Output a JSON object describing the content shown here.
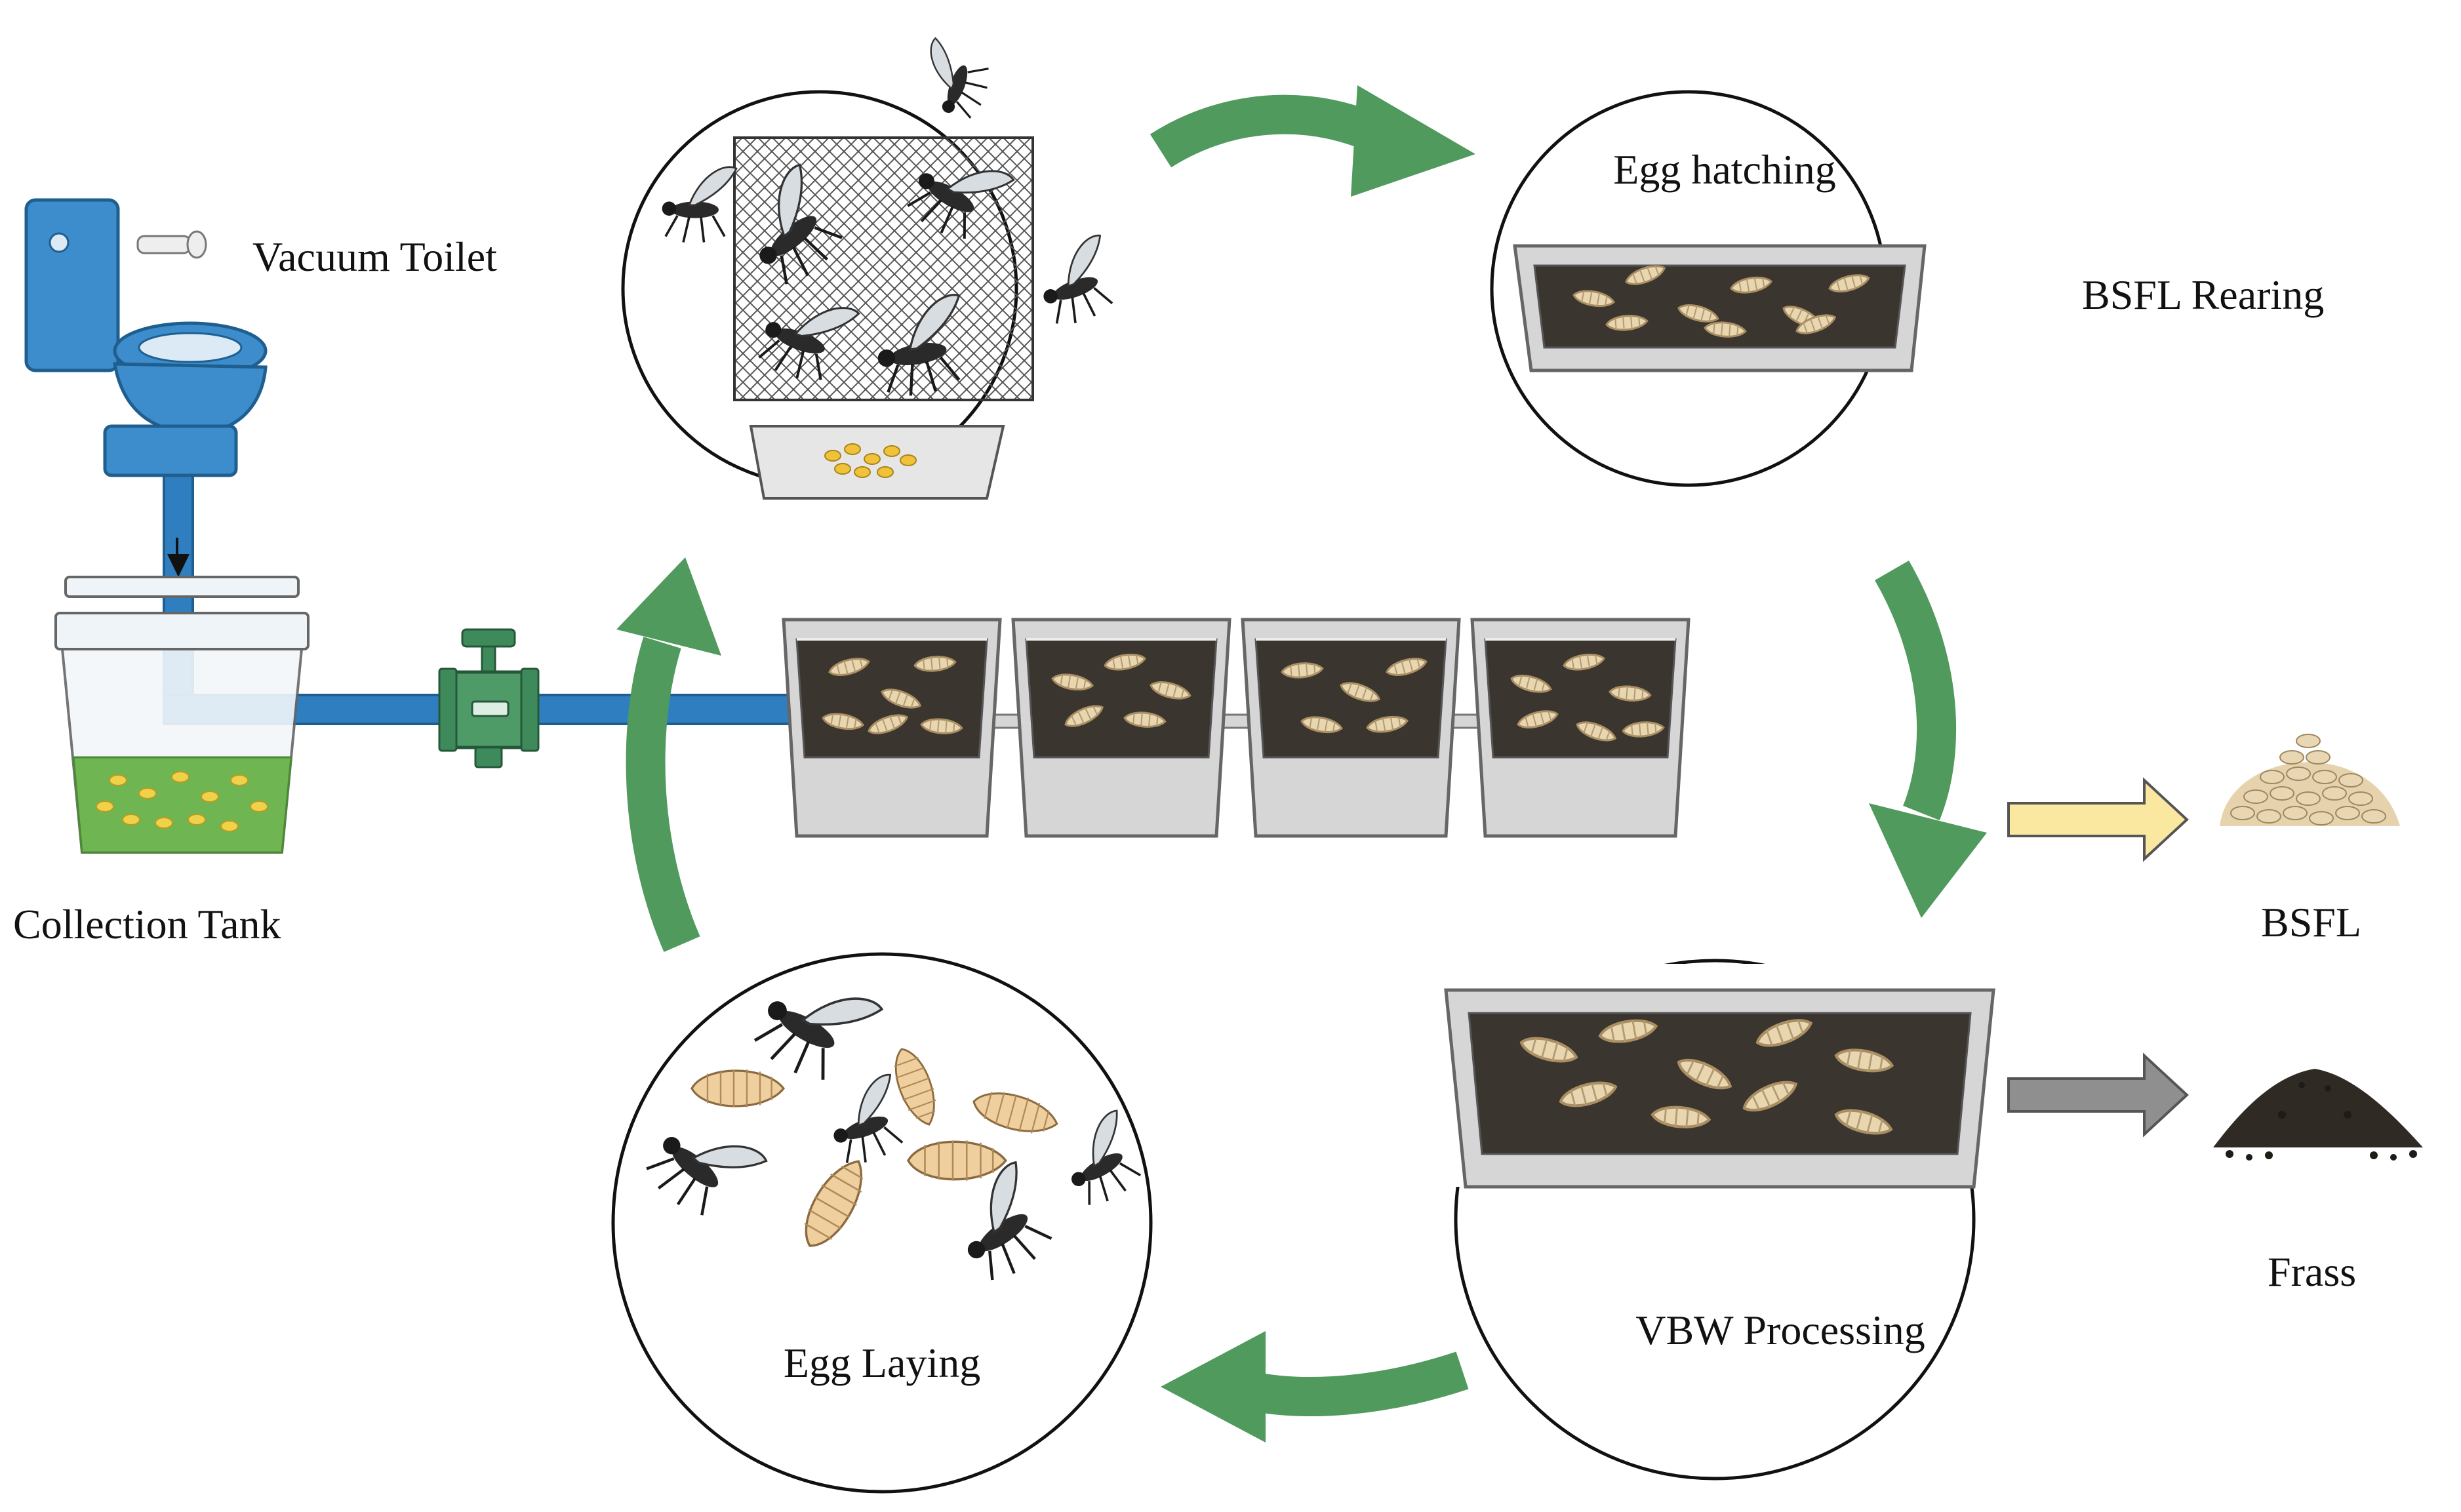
{
  "labels": {
    "vacuum_toilet": "Vacuum Toilet",
    "collection_tank": "Collection Tank",
    "egg_hatching": "Egg hatching",
    "bsfl_rearing": "BSFL Rearing",
    "bsfl": "BSFL",
    "frass": "Frass",
    "vbw_processing": "VBW Processing",
    "egg_laying": "Egg Laying"
  },
  "colors": {
    "pipe_blue": "#2f7fc0",
    "toilet_blue": "#3d8dcc",
    "valve_green": "#3f8a5a",
    "cycle_arrow_green": "#4f9a5c",
    "bsfl_arrow_yellow": "#fbe8a0",
    "frass_arrow_gray": "#8f8f8f",
    "tray_gray": "#d6d6d6",
    "substrate_dark": "#3a352f",
    "larva_cream": "#e8d6b0",
    "liquid_green": "#6fb552"
  },
  "icons": [
    "toilet-icon",
    "collection-tank-icon",
    "valve-icon",
    "fly-cage-icon",
    "fly-icon",
    "larva-icon",
    "tray-icon",
    "bsfl-pile-icon",
    "frass-pile-icon"
  ]
}
